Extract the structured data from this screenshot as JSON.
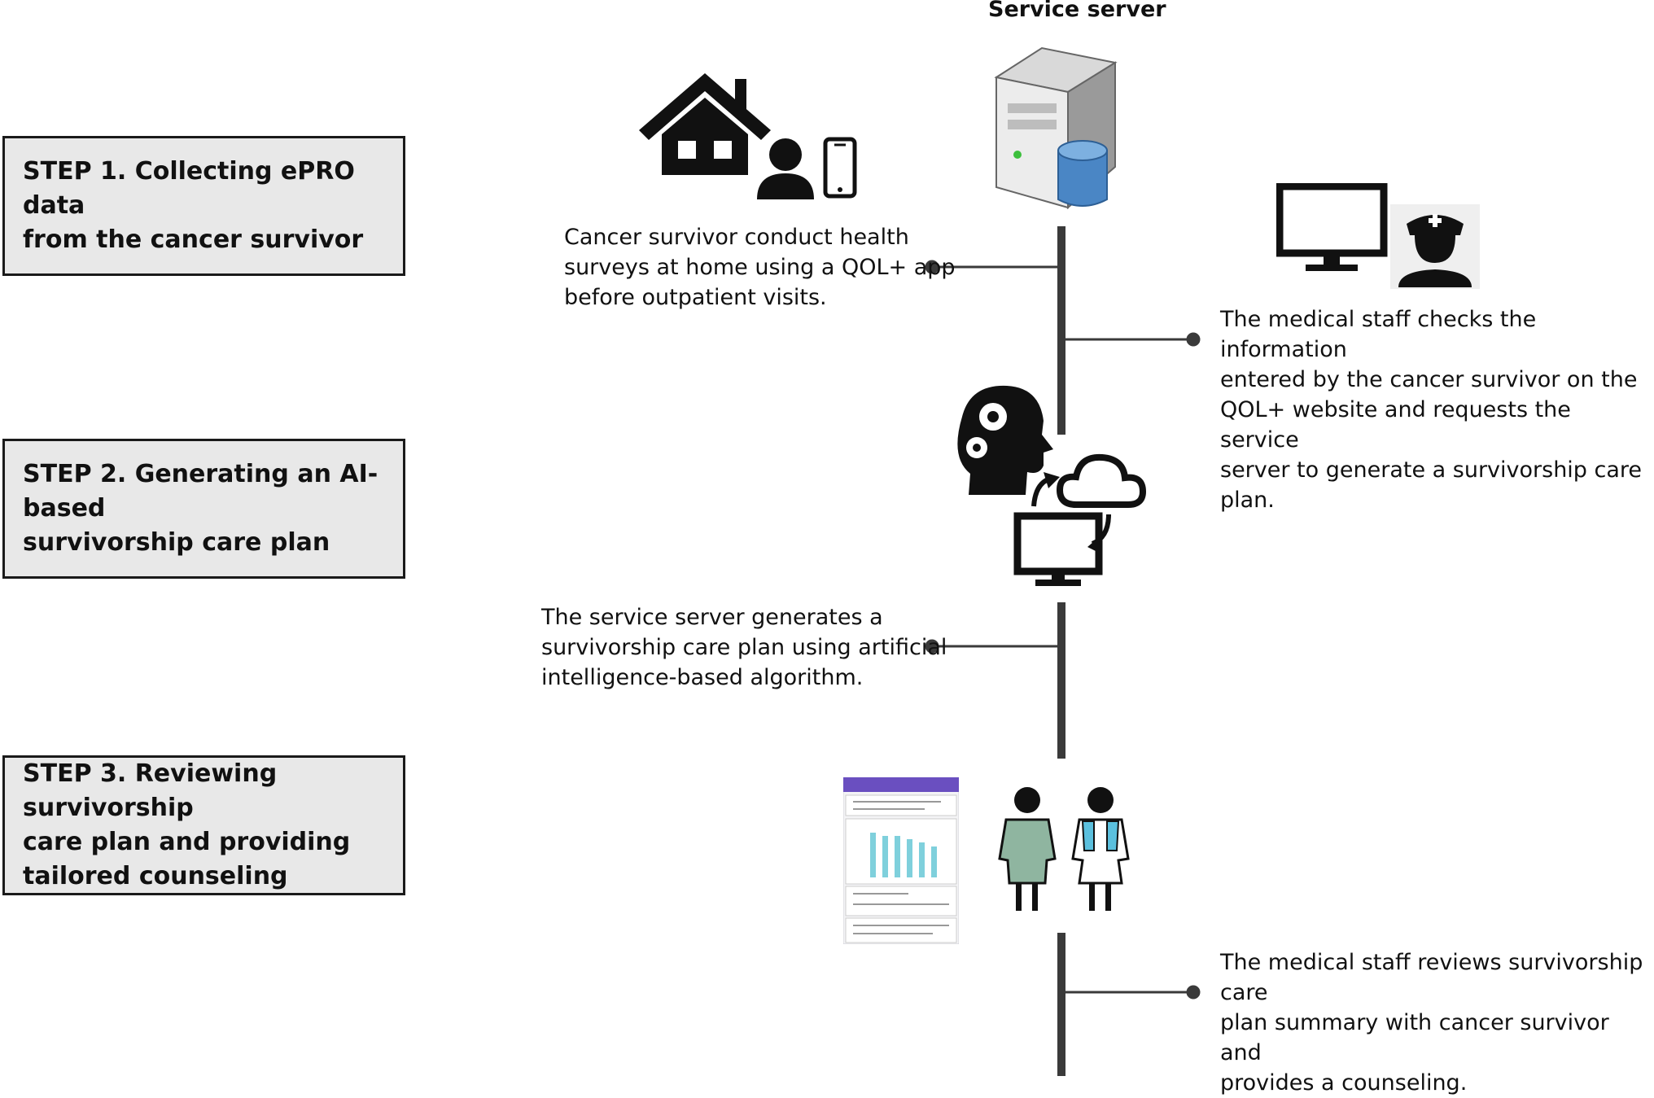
{
  "diagram": {
    "server_title": "Service server",
    "steps": [
      {
        "label": "STEP 1. Collecting ePRO data\nfrom the cancer survivor"
      },
      {
        "label": "STEP 2. Generating an AI-based\nsurvivorship care plan"
      },
      {
        "label": "STEP 3. Reviewing survivorship\ncare plan and providing\ntailored counseling"
      }
    ],
    "descriptions": {
      "survivor_survey": "Cancer survivor conduct health\nsurveys at home using a QOL+ app\nbefore outpatient visits.",
      "staff_checks": "The medical staff checks the information\nentered by the cancer survivor on the\nQOL+ website and requests the service\nserver to generate a survivorship care plan.",
      "server_generates": "The service server generates a\nsurvivorship care plan using artificial\nintelligence-based algorithm.",
      "staff_reviews": "The medical staff reviews survivorship care\nplan summary with cancer survivor and\nprovides a counseling."
    },
    "colors": {
      "line": "#3a3a3a",
      "box_fill": "#e8e8e8",
      "database": "#4a86c5",
      "patient_gown": "#8fb5a0",
      "staff_vest": "#5bc0de",
      "report_header": "#6a4fc0",
      "report_bars": "#7fd0dc"
    }
  }
}
